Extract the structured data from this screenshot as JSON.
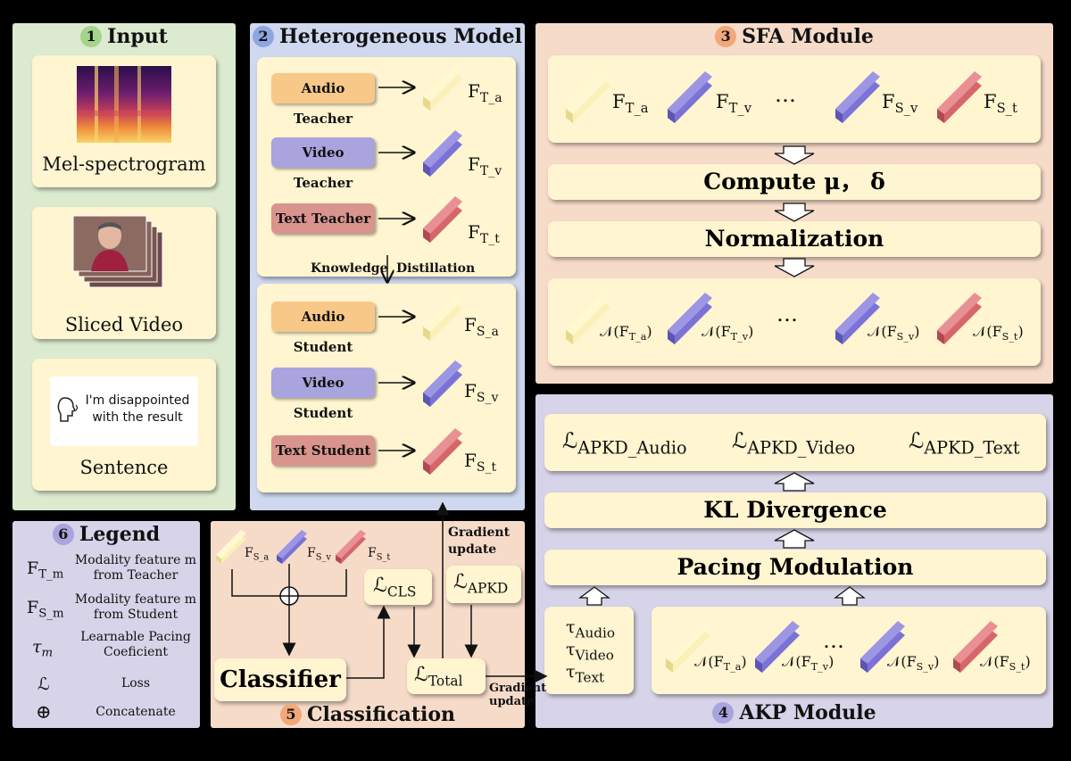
{
  "panels": {
    "input": {
      "num": "1",
      "title": "Input"
    },
    "hetero": {
      "num": "2",
      "title": "Heterogeneous Model"
    },
    "sfa": {
      "num": "3",
      "title": "SFA Module"
    },
    "akp": {
      "num": "4",
      "title": "AKP Module"
    },
    "classification": {
      "num": "5",
      "title": "Classification"
    },
    "legend": {
      "num": "6",
      "title": "Legend"
    }
  },
  "input": {
    "mel": "Mel-spectrogram",
    "video": "Sliced Video",
    "sentence": "Sentence",
    "speech_text": "I'm disappointed with the result"
  },
  "teachers": [
    {
      "label": "Audio Teacher",
      "feat_main": "F",
      "feat_sub": "T_a",
      "color": "#f5d97a"
    },
    {
      "label": "Video Teacher",
      "feat_main": "F",
      "feat_sub": "T_v",
      "color": "#7b72d6"
    },
    {
      "label": "Text Teacher",
      "feat_main": "F",
      "feat_sub": "T_t",
      "color": "#d5666a"
    }
  ],
  "students": [
    {
      "label": "Audio Student",
      "feat_main": "F",
      "feat_sub": "S_a"
    },
    {
      "label": "Video Student",
      "feat_main": "F",
      "feat_sub": "S_v"
    },
    {
      "label": "Text Student",
      "feat_main": "F",
      "feat_sub": "S_t"
    }
  ],
  "kd_label_1": "Knowledge",
  "kd_label_2": "Distillation",
  "sfa": {
    "features": [
      {
        "main": "F",
        "sub": "T_a"
      },
      {
        "main": "F",
        "sub": "T_v"
      },
      {
        "main": "F",
        "sub": "S_v"
      },
      {
        "main": "F",
        "sub": "S_t"
      }
    ],
    "ellipsis": "…",
    "compute": "Compute μ， δ",
    "normalization": "Normalization",
    "norm_features": [
      {
        "pre": "𝒩(F",
        "sub": "T_a",
        "post": ")"
      },
      {
        "pre": "𝒩(F",
        "sub": "T_v",
        "post": ")"
      },
      {
        "pre": "𝒩(F",
        "sub": "S_v",
        "post": ")"
      },
      {
        "pre": "𝒩(F",
        "sub": "S_t",
        "post": ")"
      }
    ]
  },
  "akp": {
    "losses": [
      {
        "main": "ℒ",
        "sub": "APKD_Audio"
      },
      {
        "main": "ℒ",
        "sub": "APKD_Video"
      },
      {
        "main": "ℒ",
        "sub": "APKD_Text"
      }
    ],
    "kl": "KL Divergence",
    "pacing": "Pacing Modulation",
    "taus": [
      {
        "main": "τ",
        "sub": "Audio"
      },
      {
        "main": "τ",
        "sub": "Video"
      },
      {
        "main": "τ",
        "sub": "Text"
      }
    ],
    "ellipsis": "…",
    "norm_features": [
      {
        "pre": "𝒩(F",
        "sub": "T_a",
        "post": ")"
      },
      {
        "pre": "𝒩(F",
        "sub": "T_v",
        "post": ")"
      },
      {
        "pre": "𝒩(F",
        "sub": "S_v",
        "post": ")"
      },
      {
        "pre": "𝒩(F",
        "sub": "S_t",
        "post": ")"
      }
    ]
  },
  "classification": {
    "feats": [
      {
        "main": "F",
        "sub": "S_a"
      },
      {
        "main": "F",
        "sub": "S_v"
      },
      {
        "main": "F",
        "sub": "S_t"
      }
    ],
    "classifier": "Classifier",
    "cls": {
      "main": "ℒ",
      "sub": "CLS"
    },
    "apkd": {
      "main": "ℒ",
      "sub": "APKD"
    },
    "total": {
      "main": "ℒ",
      "sub": "Total"
    },
    "gradient_update_1": "Gradient",
    "gradient_update_2": "update",
    "gradient_update_3": "Gradient",
    "gradient_update_4": "update"
  },
  "legend": {
    "rows": [
      {
        "sym_main": "F",
        "sym_sub": "T_m",
        "desc1": "Modality feature m",
        "desc2": "from Teacher"
      },
      {
        "sym_main": "F",
        "sym_sub": "S_m",
        "desc1": "Modality feature m",
        "desc2": "from Student"
      },
      {
        "sym_main": "τ",
        "sym_sub": "m",
        "desc1": "Learnable Pacing",
        "desc2": "Coeficient"
      },
      {
        "sym_main": "ℒ",
        "sym_sub": "",
        "desc1": "Loss",
        "desc2": ""
      },
      {
        "sym_main": "⊕",
        "sym_sub": "",
        "desc1": "Concatenate",
        "desc2": ""
      }
    ]
  },
  "colors": {
    "audio": "#f5e6a6",
    "video": "#7b72d6",
    "text": "#d5666a",
    "input_bg": "#dcebd0",
    "hetero_bg": "#cfd8ef",
    "sfa_bg": "#f6dbc9",
    "akp_bg": "#d7d3e8",
    "class_bg": "#f6dbc9",
    "legend_bg": "#d7d3e8"
  }
}
